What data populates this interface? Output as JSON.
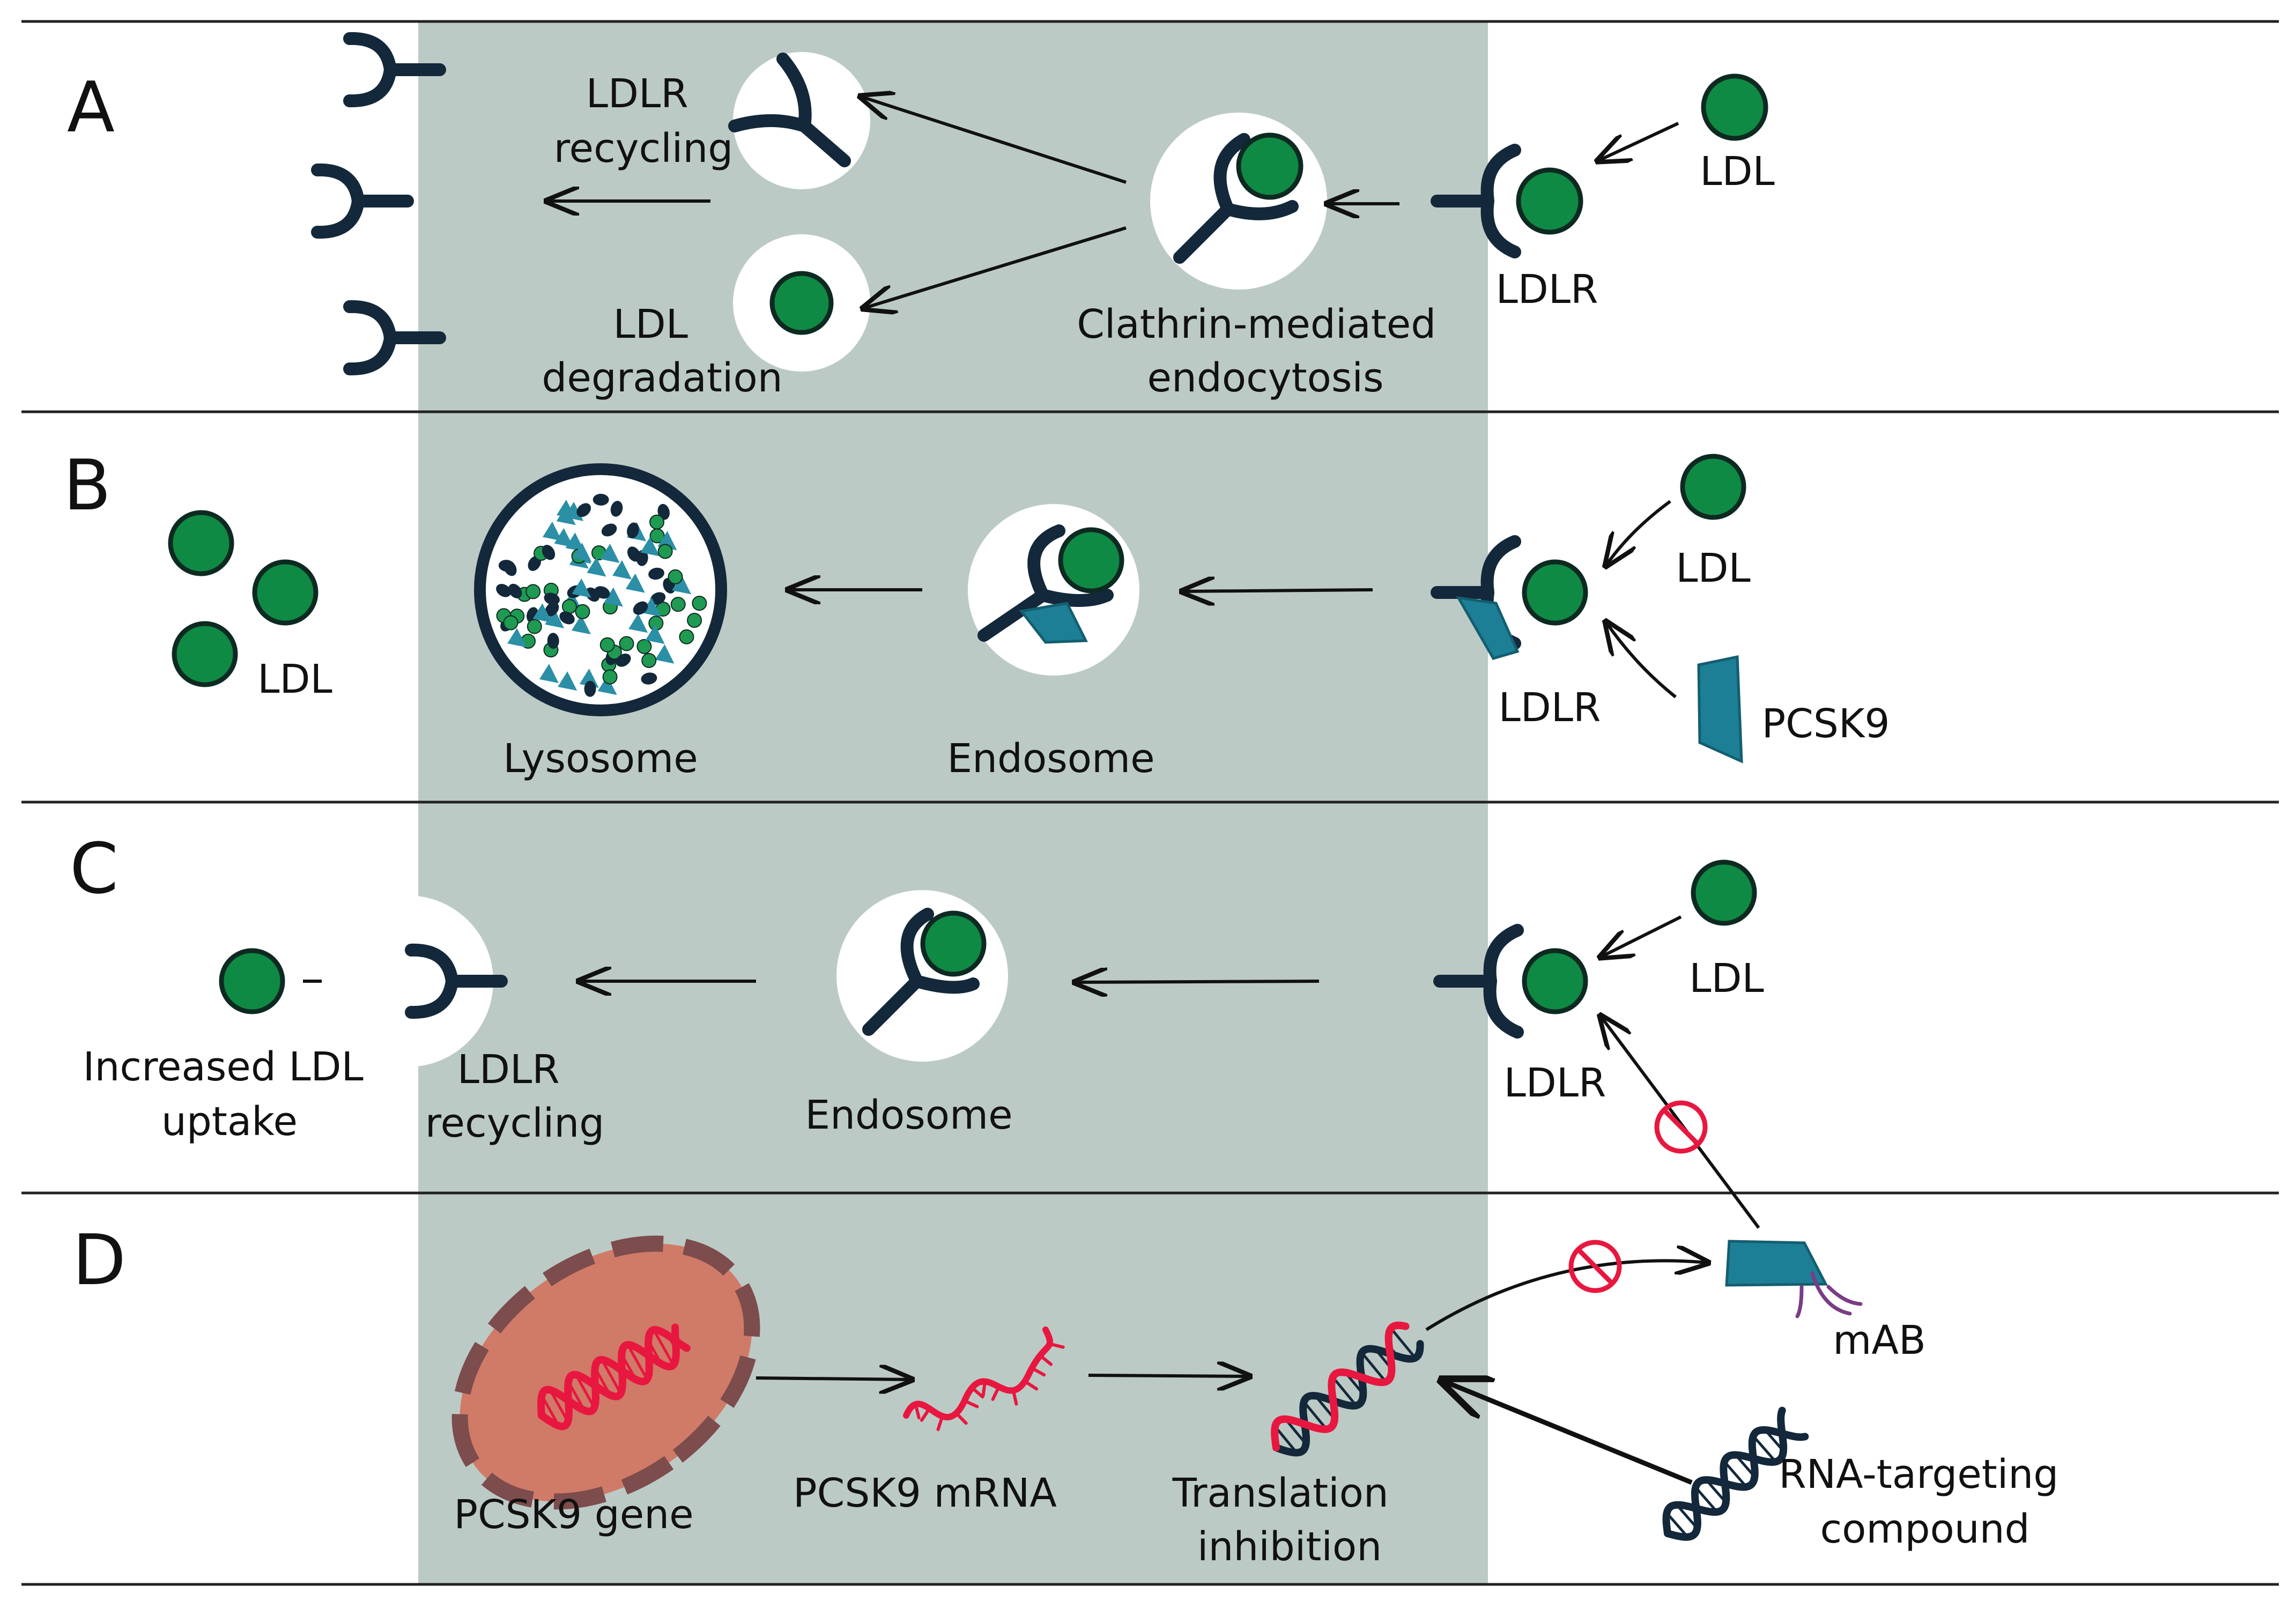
{
  "colors": {
    "membrane_band": "#bccac6",
    "ldl": "#0f8a44",
    "receptor": "#13283a",
    "pcsk9": "#1c7f95",
    "inhibition": "#e8173f",
    "nucleus": "#d07a68",
    "nucleus_border": "#7d4c4c",
    "rna_strand": "#e8173f",
    "compound_strand": "#13283a"
  },
  "panels": {
    "a": {
      "letter": "A",
      "recycling": [
        "LDLR",
        "recycling"
      ],
      "degradation": [
        "LDL",
        "degradation"
      ],
      "endocytosis": [
        "Clathrin-mediated",
        "endocytosis"
      ],
      "ldlr": "LDLR",
      "ldl": "LDL"
    },
    "b": {
      "letter": "B",
      "ldl_left": "LDL",
      "lysosome": "Lysosome",
      "endosome": "Endosome",
      "ldlr": "LDLR",
      "ldl": "LDL",
      "pcsk9": "PCSK9"
    },
    "c": {
      "letter": "C",
      "uptake": [
        "Increased LDL",
        "uptake"
      ],
      "recycling": [
        "LDLR",
        "recycling"
      ],
      "endosome": "Endosome",
      "ldlr": "LDLR",
      "ldl": "LDL"
    },
    "d": {
      "letter": "D",
      "gene": "PCSK9 gene",
      "mrna": "PCSK9 mRNA",
      "translation": [
        "Translation",
        "inhibition"
      ],
      "mab": "mAB",
      "compound": [
        "RNA-targeting",
        "compound"
      ]
    }
  }
}
